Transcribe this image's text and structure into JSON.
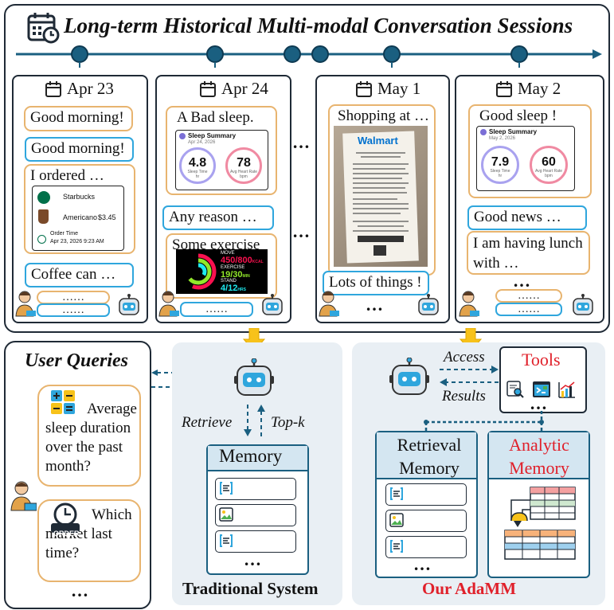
{
  "header": {
    "title": "Long-term Historical Multi-modal Conversation Sessions"
  },
  "sessions": [
    {
      "date": "Apr 23",
      "msgs": [
        "Good morning!",
        "Good morning!",
        "I ordered …",
        "Coffee can …",
        "……",
        "……"
      ],
      "receipt": {
        "store": "Starbucks",
        "item": "Americano",
        "price": "$3.45",
        "order_label": "Order Time",
        "order_time": "Apr 23, 2026 9:23 AM"
      }
    },
    {
      "date": "Apr 24",
      "msgs": [
        "A Bad sleep.",
        "Any reason …",
        "Some exercise",
        "……"
      ],
      "sleep": {
        "title": "Sleep Summary",
        "date": "Apr 24, 2026",
        "time": "4.8",
        "time_label": "Sleep Time",
        "time_unit": "hr",
        "rate": "78",
        "rate_label": "Avg Heart Rate",
        "rate_unit": "bpm"
      },
      "activity": {
        "move_label": "MOVE",
        "move": "450/800",
        "move_unit": "KCAL",
        "ex_label": "EXERCISE",
        "ex": "19/30",
        "ex_unit": "MIN",
        "stand_label": "STAND",
        "stand": "4/12",
        "stand_unit": "HRS"
      }
    },
    {
      "date": "May 1",
      "msgs": [
        "Shopping at …",
        "Lots of things !",
        "…"
      ],
      "store": "Walmart"
    },
    {
      "date": "May 2",
      "msgs": [
        "Good sleep !",
        "Good news …",
        "I am having lunch with …",
        "…",
        "……",
        "……"
      ],
      "sleep": {
        "title": "Sleep Summary",
        "date": "May 2, 2026",
        "time": "7.9",
        "time_label": "Sleep Time",
        "time_unit": "hr",
        "rate": "60",
        "rate_label": "Avg Heart Rate",
        "rate_unit": "bpm"
      }
    }
  ],
  "between_dots": "…",
  "queries": {
    "title": "User Queries",
    "q1": "Average sleep duration over the past month?",
    "q2": "Which market last time?",
    "order_badge": "ORDER",
    "more": "…"
  },
  "traditional": {
    "retrieve": "Retrieve",
    "topk": "Top-k",
    "memory": "Memory",
    "more": "…",
    "caption": "Traditional System"
  },
  "adamm": {
    "access": "Access",
    "results": "Results",
    "tools": "Tools",
    "tools_more": "…",
    "retrieval": "Retrieval Memory",
    "analytic": "Analytic Memory",
    "more": "…",
    "caption": "Our AdaMM"
  },
  "colors": {
    "orange": "#e8b46f",
    "blue": "#2fa6dd",
    "navy": "#1f2a36",
    "teal": "#1a5f80",
    "red": "#e0202a"
  }
}
